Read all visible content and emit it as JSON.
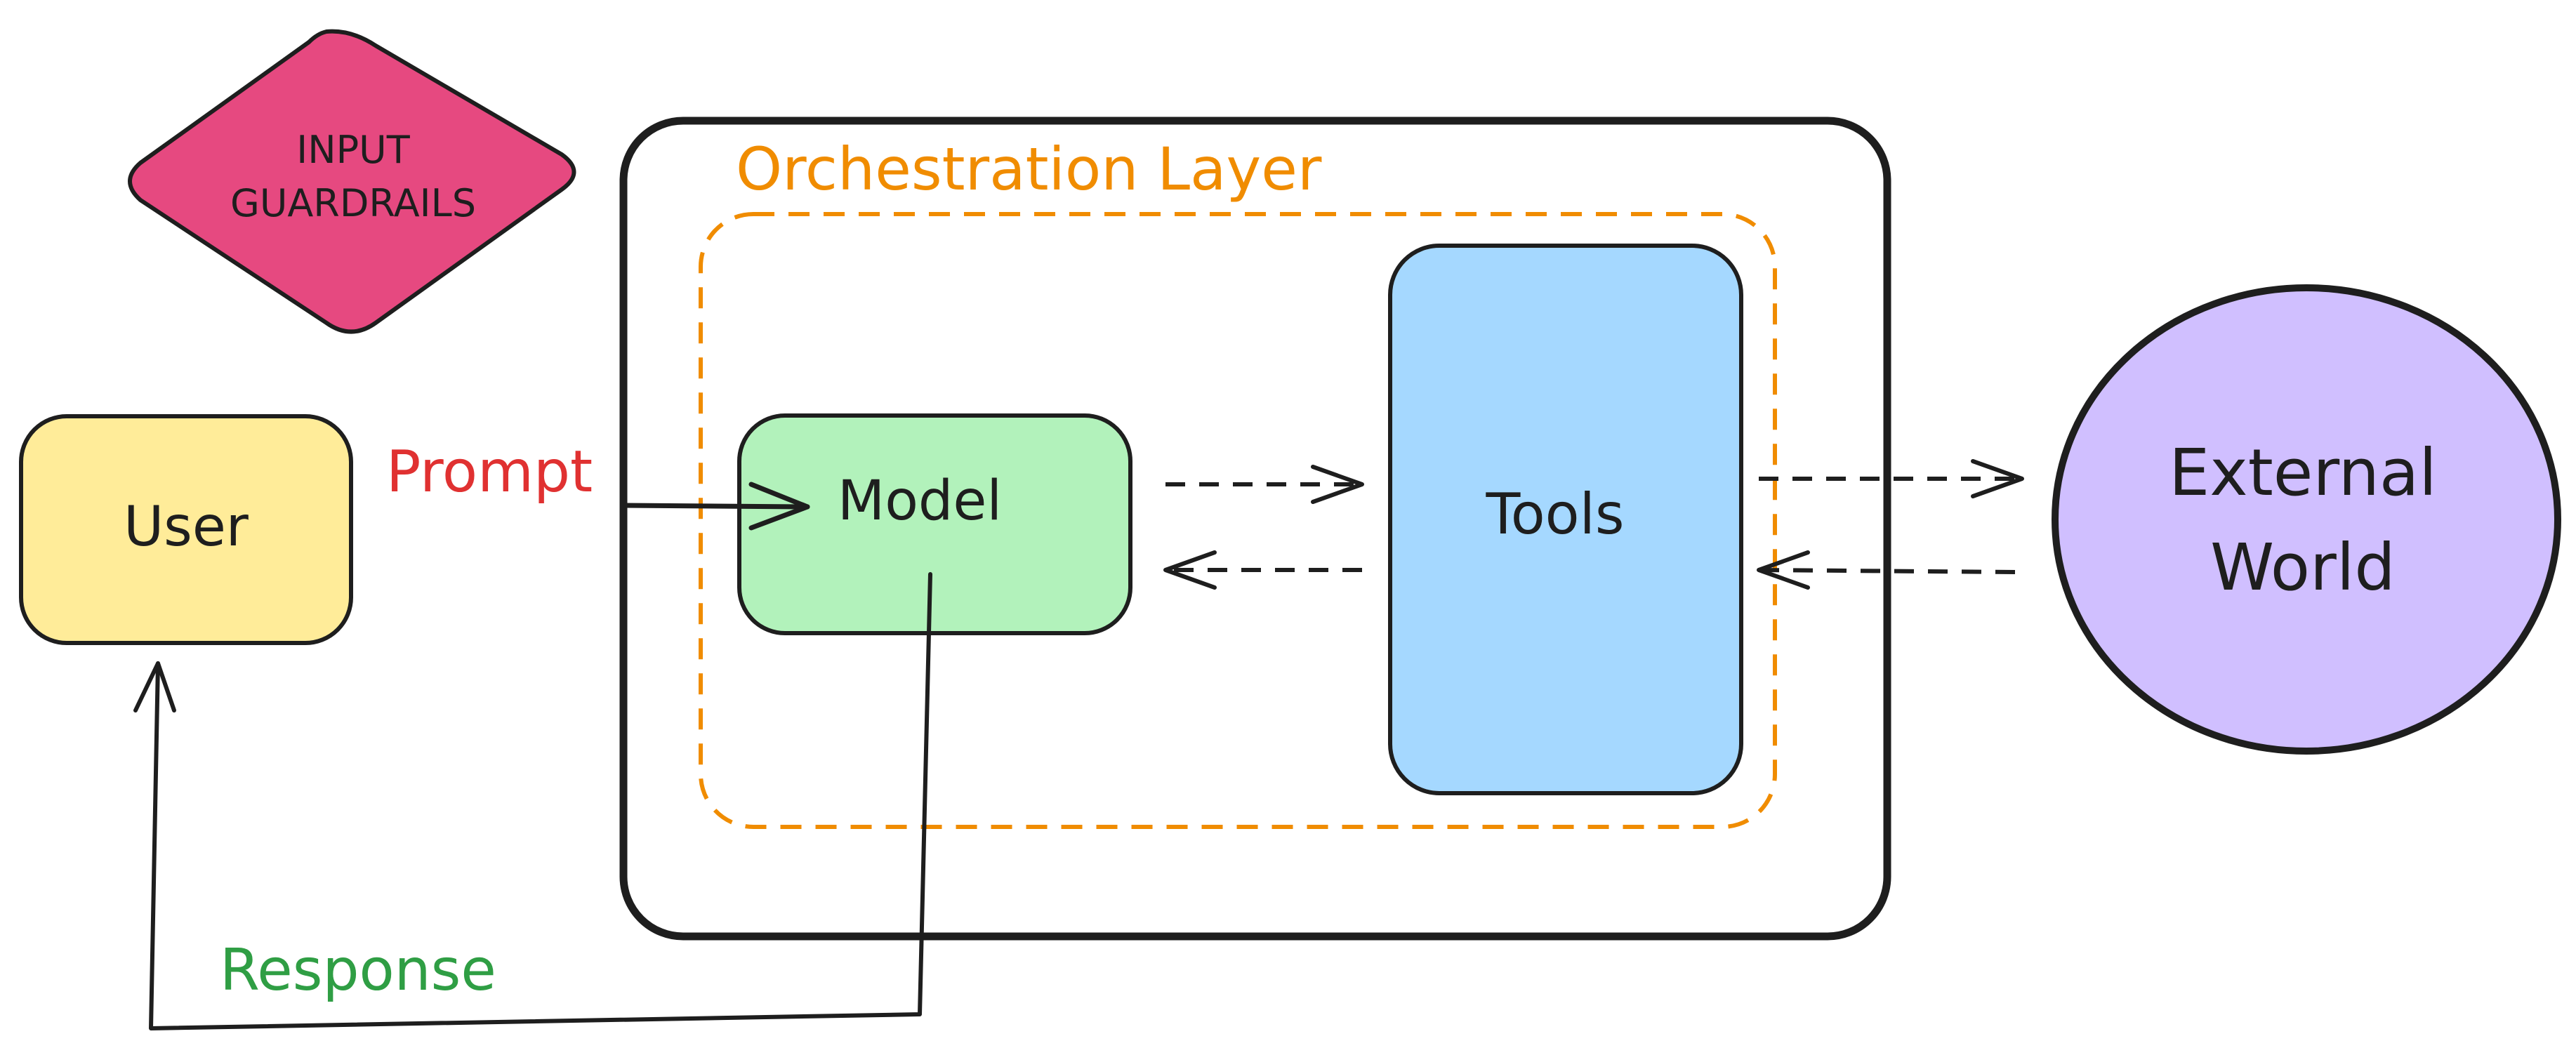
{
  "guardrail": {
    "line1": "INPUT",
    "line2": "GUARDRAILS",
    "fill": "#e64980"
  },
  "user": {
    "label": "User",
    "fill": "#ffec99"
  },
  "prompt": {
    "label": "Prompt",
    "color": "#e03131"
  },
  "response": {
    "label": "Response",
    "color": "#2f9e44"
  },
  "orchestration": {
    "title": "Orchestration Layer",
    "color": "#f08c00"
  },
  "model": {
    "label": "Model",
    "fill": "#b2f2bb"
  },
  "tools": {
    "label": "Tools",
    "fill": "#a5d8ff"
  },
  "external": {
    "line1": "External",
    "line2": "World",
    "fill": "#d0bfff"
  }
}
